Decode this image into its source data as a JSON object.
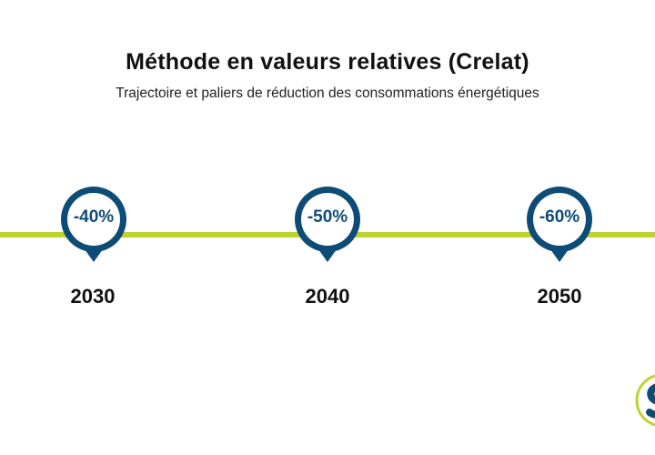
{
  "title": "Méthode en valeurs relatives (Crelat)",
  "subtitle": "Trajectoire et paliers de réduction des consommations énergétiques",
  "milestones": [
    {
      "reduction": "-40%",
      "year": "2030"
    },
    {
      "reduction": "-50%",
      "year": "2040"
    },
    {
      "reduction": "-60%",
      "year": "2050"
    }
  ],
  "colors": {
    "line": "#bfd330",
    "marker": "#0e4c78",
    "text": "#111111"
  },
  "icons": {
    "marker": "map-pin-icon",
    "logo": "brand-logo-icon"
  }
}
